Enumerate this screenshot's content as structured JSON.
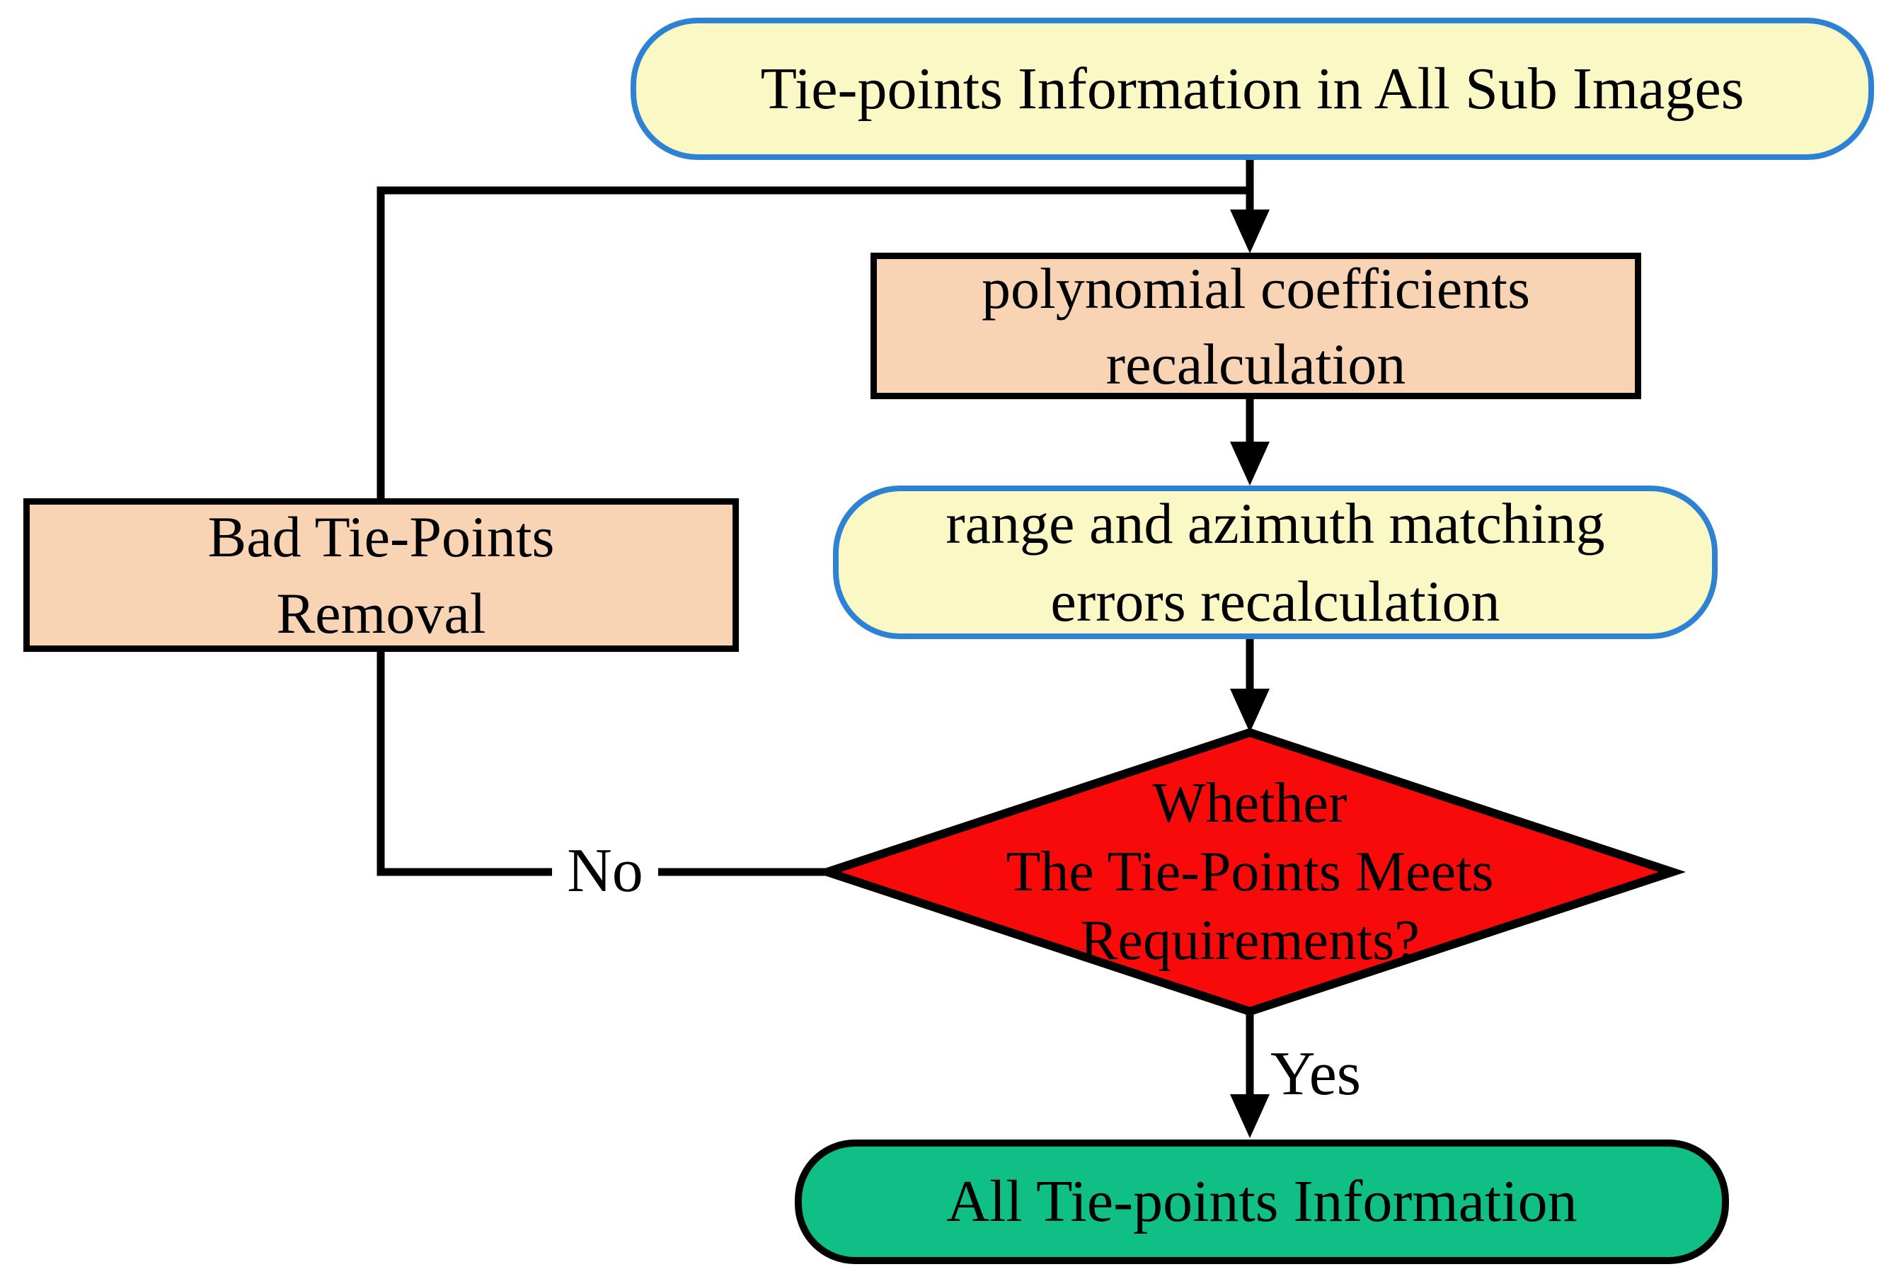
{
  "diagram": {
    "type": "flowchart",
    "nodes": {
      "input": {
        "shape": "terminator",
        "line1": "Tie-points Information in All Sub Images"
      },
      "poly": {
        "shape": "process",
        "line1": "polynomial coefficients",
        "line2": "recalculation"
      },
      "bad": {
        "shape": "process",
        "line1": "Bad Tie-Points",
        "line2": "Removal"
      },
      "range": {
        "shape": "terminator",
        "line1": "range and azimuth matching",
        "line2": "errors recalculation"
      },
      "decision": {
        "shape": "decision",
        "line1": "Whether",
        "line2": "The Tie-Points Meets",
        "line3": "Requirements?"
      },
      "output": {
        "shape": "terminator-result",
        "line1": "All Tie-points Information"
      }
    },
    "edges": {
      "no_label": "No",
      "yes_label": "Yes"
    },
    "colors": {
      "terminator_fill": "#faf9c6",
      "terminator_border": "#2e82d4",
      "process_fill": "#f9d4b4",
      "process_border": "#000000",
      "decision_fill": "#f90a0a",
      "decision_border": "#000000",
      "result_fill": "#10bf85",
      "result_border": "#000000",
      "line": "#000000",
      "text": "#000000"
    }
  }
}
